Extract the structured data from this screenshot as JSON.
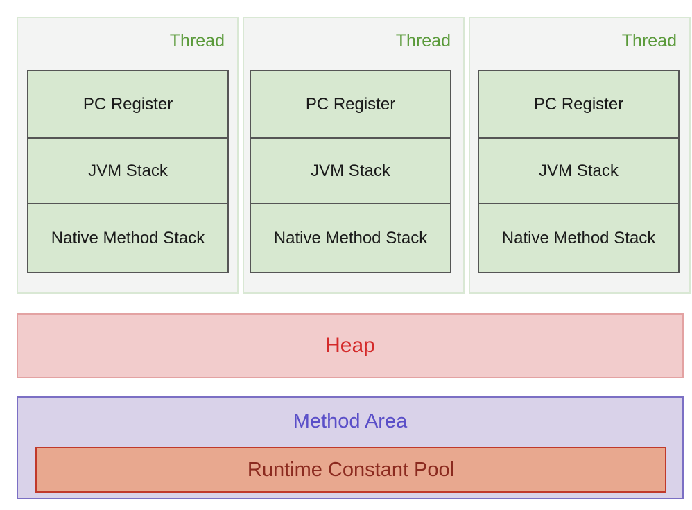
{
  "threads": [
    {
      "label": "Thread",
      "pc_register": "PC Register",
      "jvm_stack": "JVM Stack",
      "native_method_stack": "Native Method Stack"
    },
    {
      "label": "Thread",
      "pc_register": "PC Register",
      "jvm_stack": "JVM Stack",
      "native_method_stack": "Native Method Stack"
    },
    {
      "label": "Thread",
      "pc_register": "PC Register",
      "jvm_stack": "JVM Stack",
      "native_method_stack": "Native Method Stack"
    }
  ],
  "heap": {
    "label": "Heap"
  },
  "method_area": {
    "label": "Method Area",
    "runtime_constant_pool": "Runtime Constant Pool"
  },
  "colors": {
    "thread_label": "#5a9a3a",
    "stack_fill": "#d7e8d0",
    "heap_fill": "#f2cccc",
    "heap_text": "#d42a2a",
    "method_area_fill": "#d9d2e9",
    "method_area_text": "#5a4fc8",
    "runtime_constant_pool_fill": "#e8a88f",
    "runtime_constant_pool_text": "#8b2a1f"
  }
}
